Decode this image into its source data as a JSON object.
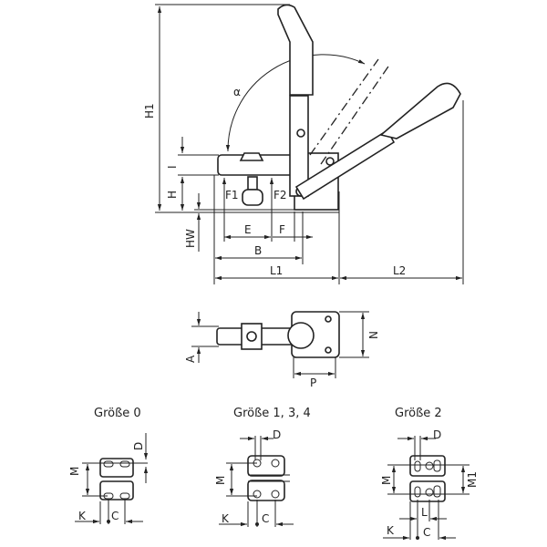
{
  "side_view": {
    "labels": {
      "H1": "H1",
      "alpha": "α",
      "I": "I",
      "H": "H",
      "HW": "HW",
      "F1": "F1",
      "F2": "F2",
      "E": "E",
      "F": "F",
      "B": "B",
      "L1": "L1",
      "L2": "L2"
    }
  },
  "top_view": {
    "labels": {
      "A": "A",
      "N": "N",
      "P": "P"
    }
  },
  "base_plates": [
    {
      "title": "Größe 0",
      "labels": {
        "D": "D",
        "M": "M",
        "K": "K",
        "C": "C"
      }
    },
    {
      "title": "Größe 1, 3, 4",
      "labels": {
        "D": "D",
        "M": "M",
        "K": "K",
        "C": "C"
      }
    },
    {
      "title": "Größe 2",
      "labels": {
        "D": "D",
        "M": "M",
        "M1": "M1",
        "L": "L",
        "K": "K",
        "C": "C"
      }
    }
  ]
}
